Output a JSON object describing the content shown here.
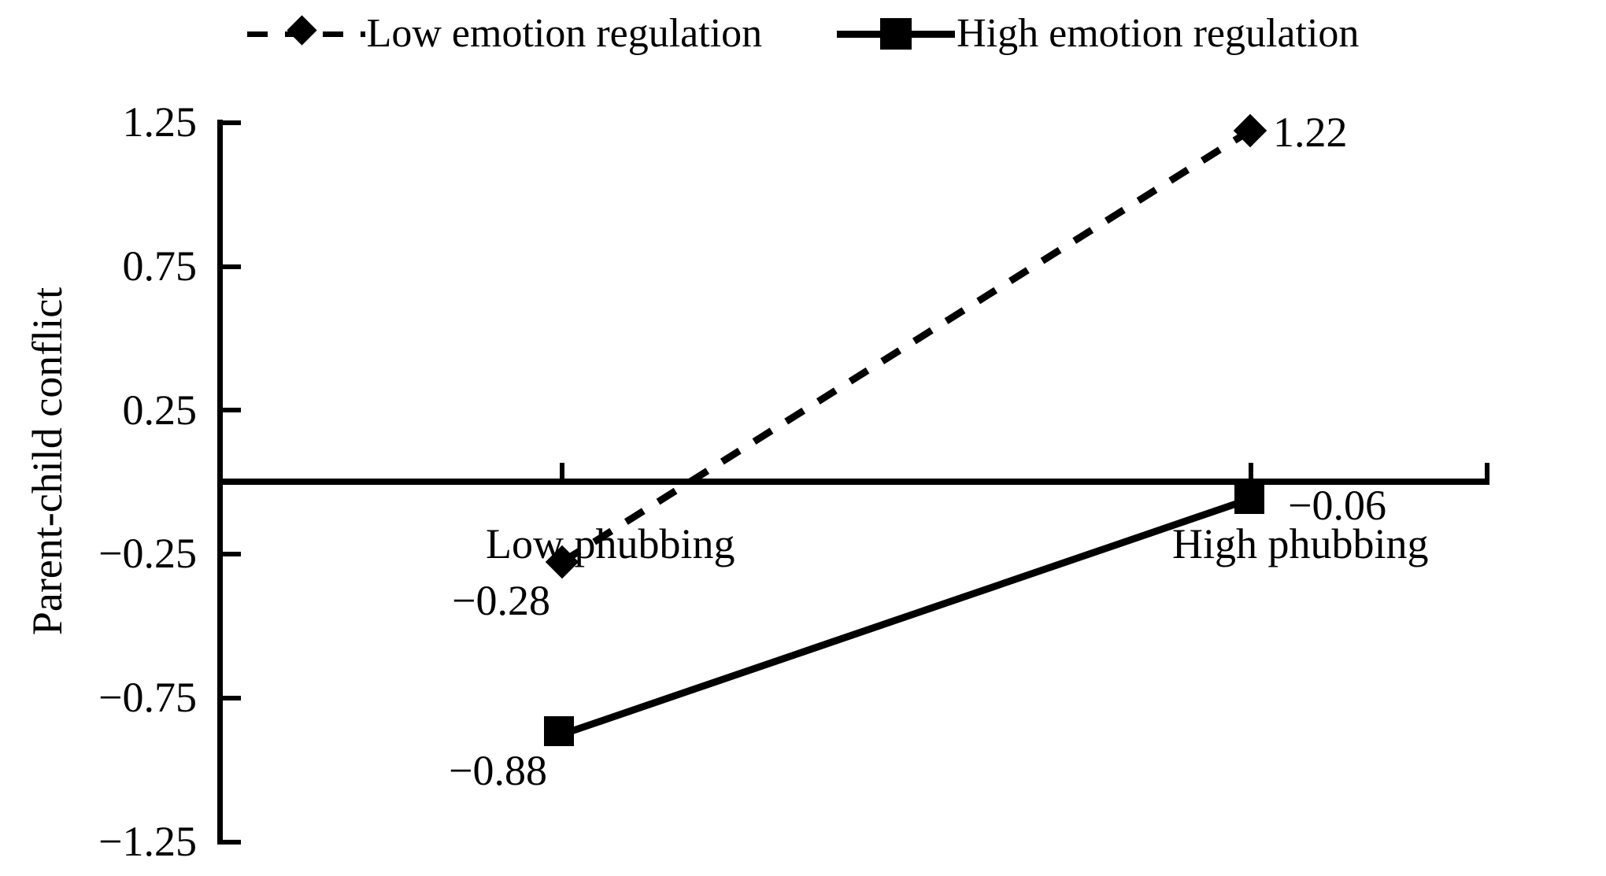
{
  "chart_data": {
    "type": "line",
    "title": "",
    "xlabel": "",
    "ylabel": "Parent-child conflict",
    "categories": [
      "Low phubbing",
      "High phubbing"
    ],
    "ylim": [
      -1.25,
      1.25
    ],
    "yticks": [
      "1.25",
      "0.75",
      "0.25",
      "−0.25",
      "−0.75",
      "−1.25"
    ],
    "ytick_values": [
      1.25,
      0.75,
      0.25,
      -0.25,
      -0.75,
      -1.25
    ],
    "grid": false,
    "legend_position": "top-center",
    "series": [
      {
        "name": "Low emotion regulation",
        "values": [
          -0.28,
          1.22
        ],
        "labels": [
          "−0.28",
          "1.22"
        ],
        "marker": "diamond",
        "linestyle": "dashed",
        "color": "#000000"
      },
      {
        "name": "High emotion regulation",
        "values": [
          -0.88,
          -0.06
        ],
        "labels": [
          "−0.88",
          "−0.06"
        ],
        "marker": "square",
        "linestyle": "solid",
        "color": "#000000"
      }
    ]
  },
  "legend": {
    "entries": [
      {
        "label": "Low emotion regulation",
        "marker": "diamond-marker",
        "line": "dashed-line-key"
      },
      {
        "label": "High emotion regulation",
        "marker": "square-marker",
        "line": "solid-line-key"
      }
    ]
  },
  "axes": {
    "y_title": "Parent-child conflict",
    "y_tick_labels": [
      "1.25",
      "0.75",
      "0.25",
      "−0.25",
      "−0.75",
      "−1.25"
    ],
    "x_category_labels": [
      "Low phubbing",
      "High phubbing"
    ]
  },
  "value_labels": {
    "low_er_low_phubbing": "−0.28",
    "low_er_high_phubbing": "1.22",
    "high_er_low_phubbing": "−0.88",
    "high_er_high_phubbing": "−0.06"
  },
  "colors": {
    "ink": "#000000",
    "background": "#ffffff"
  }
}
